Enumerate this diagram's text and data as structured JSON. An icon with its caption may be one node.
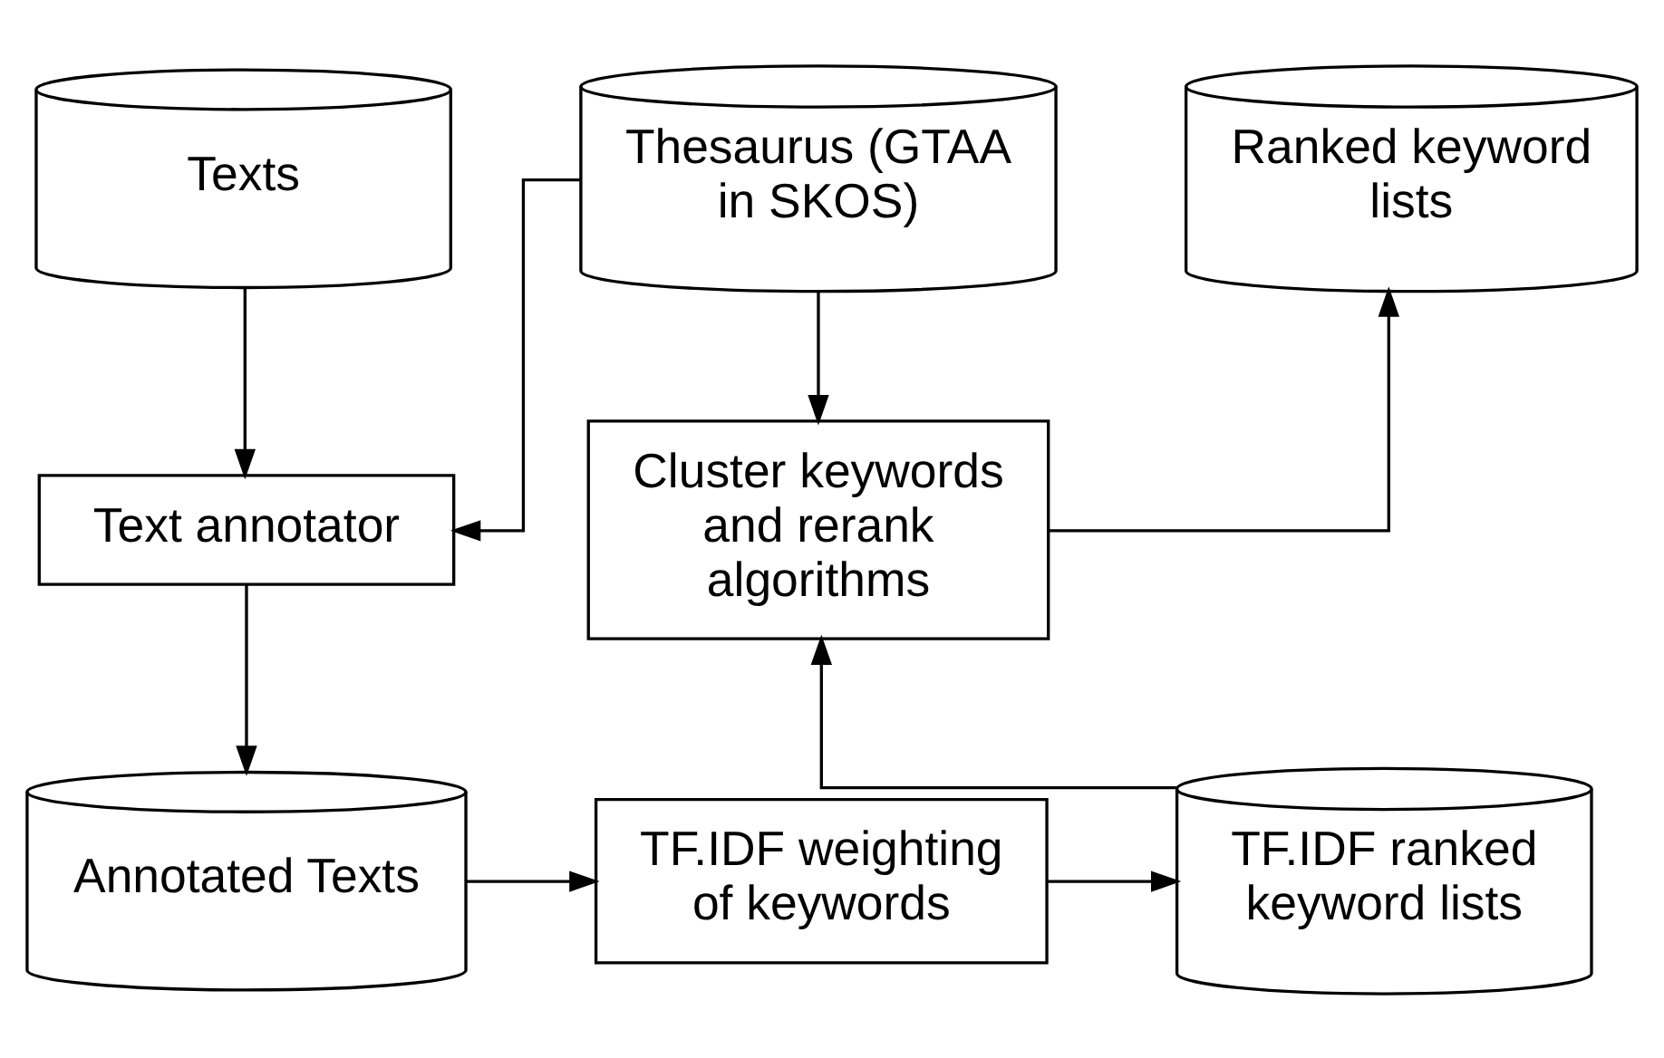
{
  "diagram": {
    "nodes": [
      {
        "text": [
          "Texts"
        ]
      },
      {
        "text": [
          "Thesaurus (GTAA in SKOS)"
        ]
      },
      {
        "text": [
          "Ranked keyword lists"
        ]
      },
      {
        "text": [
          "Text annotator"
        ]
      },
      {
        "text": [
          "Cluster keywords and rerank algorithms"
        ]
      },
      {
        "text": [
          "Annotated Texts"
        ]
      },
      {
        "text": [
          "TF.IDF weighting of keywords"
        ]
      },
      {
        "text": [
          "TF.IDF ranked keyword lists"
        ]
      }
    ],
    "edges": [
      {
        "from": 0,
        "to": 3,
        "arrow": "to"
      },
      {
        "from": 1,
        "to": 3,
        "arrow": "to"
      },
      {
        "from": 1,
        "to": 4,
        "arrow": "to"
      },
      {
        "from": 3,
        "to": 5,
        "arrow": "to"
      },
      {
        "from": 5,
        "to": 6,
        "arrow": "to"
      },
      {
        "from": 6,
        "to": 7,
        "arrow": "to"
      },
      {
        "from": 7,
        "to": 4,
        "arrow": "to"
      },
      {
        "from": 4,
        "to": 2,
        "arrow": "to"
      }
    ]
  }
}
